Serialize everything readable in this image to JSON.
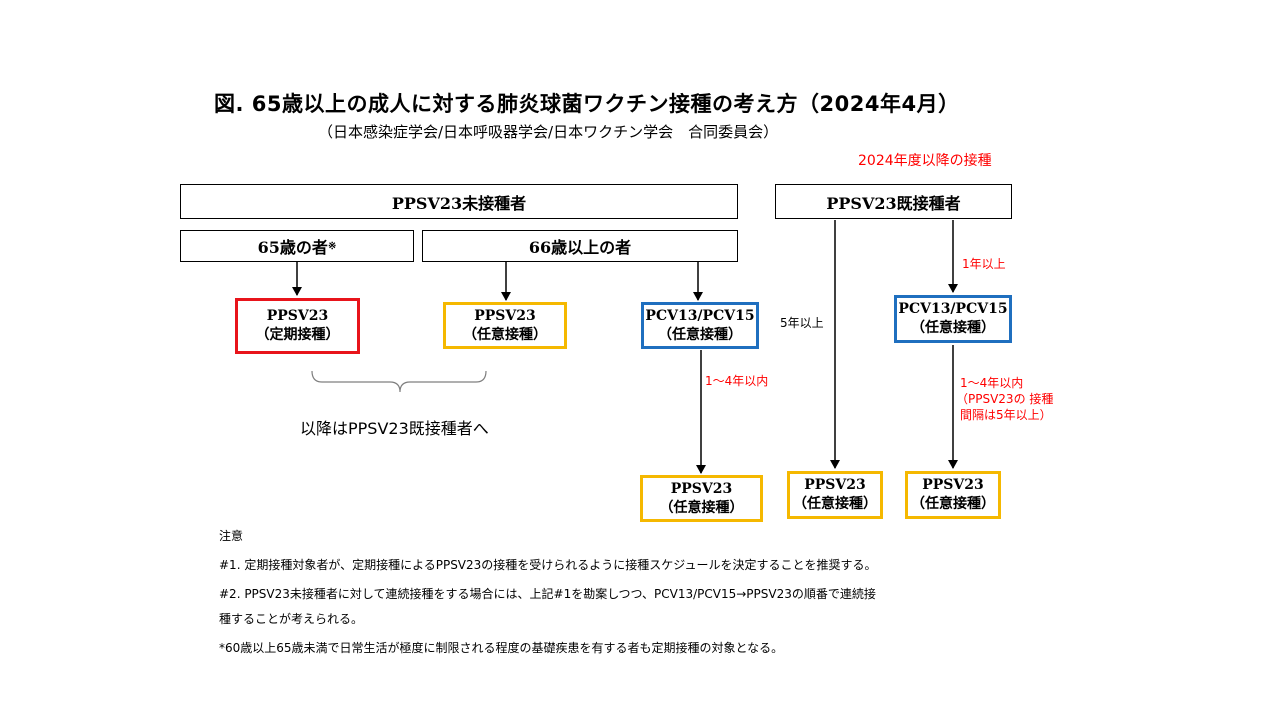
{
  "title": "図. 65歳以上の成人に対する肺炎球菌ワクチン接種の考え方（2024年4月）",
  "subtitle": "（日本感染症学会/日本呼吸器学会/日本ワクチン学会　合同委員会）",
  "red_note": "2024年度以降の接種",
  "headers": {
    "unvaccinated": "PPSV23未接種者",
    "vaccinated": "PPSV23既接種者",
    "age65": "65歳の者",
    "age65_mark": "※",
    "age66": "66歳以上の者"
  },
  "boxes": {
    "routine": {
      "line1": "PPSV23",
      "line2": "（定期接種）"
    },
    "ppsv_optional_1": {
      "line1": "PPSV23",
      "line2": "（任意接種）"
    },
    "pcv_optional_1": {
      "line1": "PCV13/PCV15",
      "line2": "（任意接種）"
    },
    "pcv_optional_2": {
      "line1": "PCV13/PCV15",
      "line2": "（任意接種）"
    },
    "ppsv_bottom_1": {
      "line1": "PPSV23",
      "line2": "（任意接種）"
    },
    "ppsv_bottom_2": {
      "line1": "PPSV23",
      "line2": "（任意接種）"
    },
    "ppsv_bottom_3": {
      "line1": "PPSV23",
      "line2": "（任意接種）"
    }
  },
  "labels": {
    "interval_1to4_a": "1～4年以内",
    "interval_5plus": "5年以上",
    "interval_1plus": "1年以上",
    "interval_1to4_b": "1～4年以内",
    "interval_note_1": "（PPSV23の 接種",
    "interval_note_2": "間隔は5年以上）"
  },
  "brace_text": "以降はPPSV23既接種者へ",
  "notes": {
    "heading": "注意",
    "note1": "#1. 定期接種対象者が、定期接種によるPPSV23の接種を受けられるように接種スケジュールを決定することを推奨する。",
    "note2a": "#2. PPSV23未接種者に対して連続接種をする場合には、上記#1を勘案しつつ、PCV13/PCV15→PPSV23の順番で連続接",
    "note2b": "種することが考えられる。",
    "note3": "*60歳以上65歳未満で日常生活が極度に制限される程度の基礎疾患を有する者も定期接種の対象となる。"
  },
  "colors": {
    "routine_border": "#e8141b",
    "optional_ppsv_border": "#f5b800",
    "pcv_border": "#1f6fbf",
    "accent_text": "#ff0000"
  }
}
